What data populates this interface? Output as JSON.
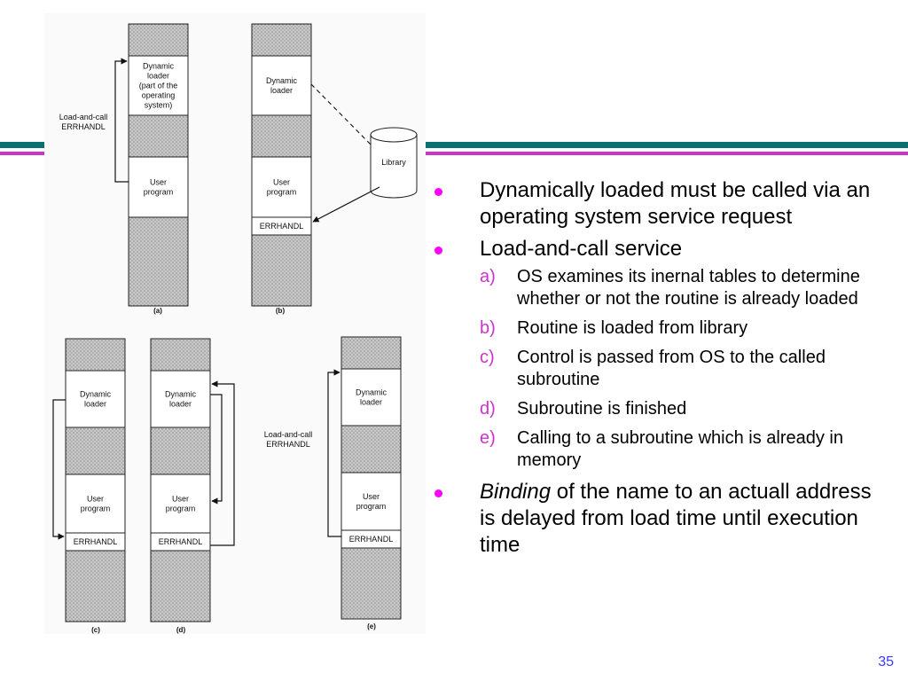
{
  "colors": {
    "teal": "#0b6f6f",
    "magenta": "#cc33cc",
    "bullet": "#ff00ff",
    "page_number": "#3a3aff"
  },
  "figure": {
    "labels": {
      "dynamic_loader_os": [
        "Dynamic",
        "loader",
        "(part of the",
        "operating",
        "system)"
      ],
      "dynamic_loader": [
        "Dynamic",
        "loader"
      ],
      "user_program": [
        "User",
        "program"
      ],
      "errhandl": "ERRHANDL",
      "library": "Library",
      "load_and_call": [
        "Load-and-call",
        "ERRHANDL"
      ]
    },
    "captions": [
      "(a)",
      "(b)",
      "(c)",
      "(d)",
      "(e)"
    ]
  },
  "bullets": [
    {
      "text": "Dynamically loaded must be called via an operating system service request"
    },
    {
      "text": "Load-and-call service",
      "sub": [
        {
          "letter": "a)",
          "text": "OS examines its inernal tables to determine whether or not the routine is already loaded"
        },
        {
          "letter": "b)",
          "text": "Routine is loaded from library"
        },
        {
          "letter": "c)",
          "text": "Control is passed from OS to the called subroutine"
        },
        {
          "letter": "d)",
          "text": "Subroutine is finished"
        },
        {
          "letter": "e)",
          "text": "Calling to a subroutine which is already in memory"
        }
      ]
    },
    {
      "italic": "Binding",
      "text": " of the name to an actuall address is delayed from load time until execution  time"
    }
  ],
  "page_number": "35"
}
